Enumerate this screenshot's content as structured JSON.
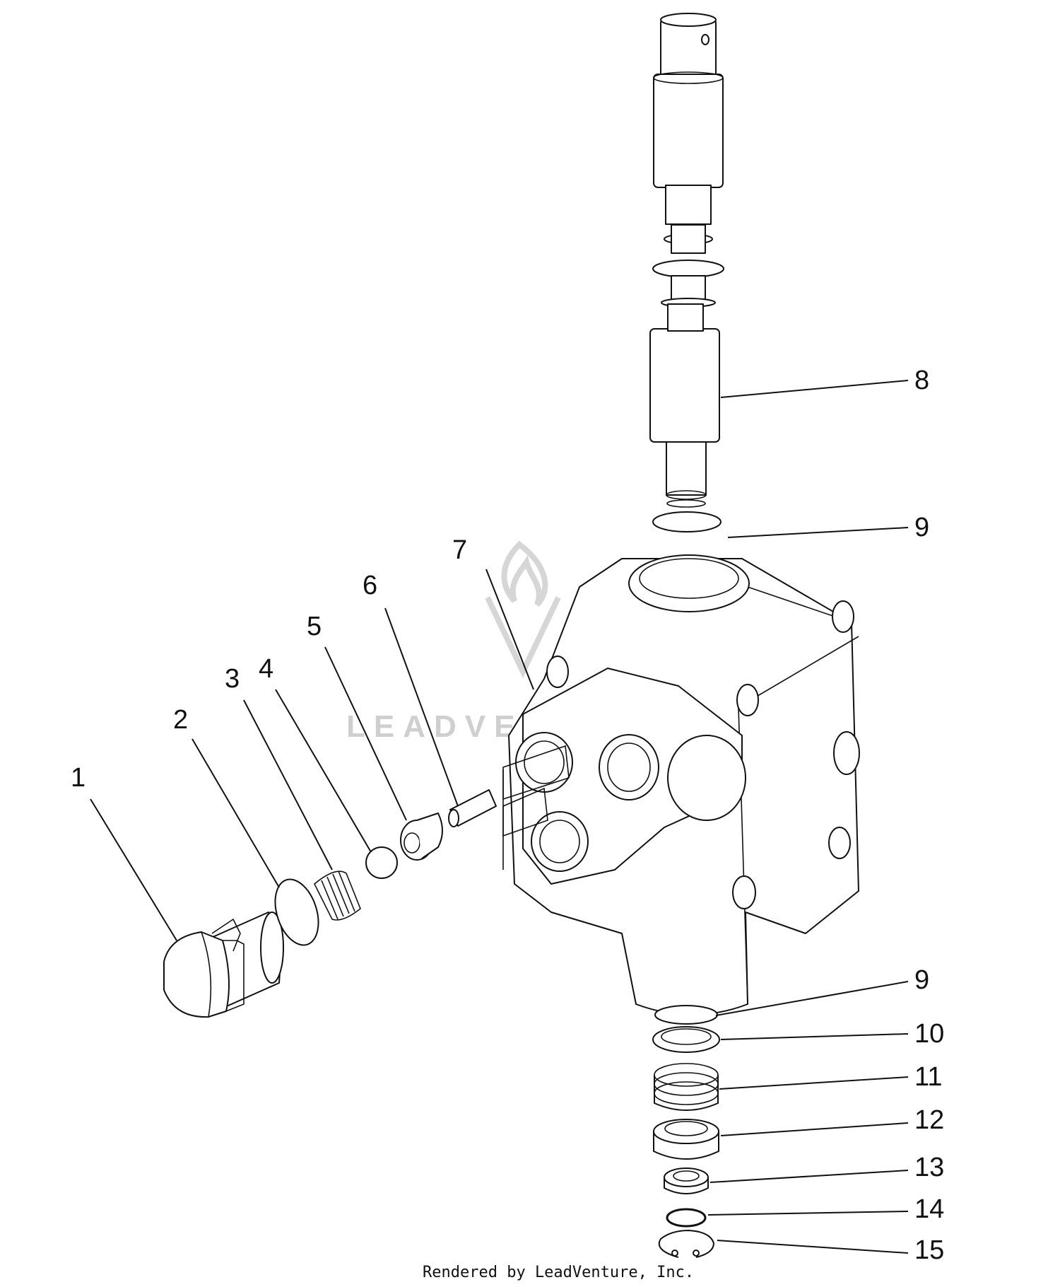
{
  "callouts": [
    {
      "id": "1",
      "label": "1"
    },
    {
      "id": "2",
      "label": "2"
    },
    {
      "id": "3",
      "label": "3"
    },
    {
      "id": "4",
      "label": "4"
    },
    {
      "id": "5",
      "label": "5"
    },
    {
      "id": "6",
      "label": "6"
    },
    {
      "id": "7",
      "label": "7"
    },
    {
      "id": "8",
      "label": "8"
    },
    {
      "id": "9a",
      "label": "9"
    },
    {
      "id": "9b",
      "label": "9"
    },
    {
      "id": "10",
      "label": "10"
    },
    {
      "id": "11",
      "label": "11"
    },
    {
      "id": "12",
      "label": "12"
    },
    {
      "id": "13",
      "label": "13"
    },
    {
      "id": "14",
      "label": "14"
    },
    {
      "id": "15",
      "label": "15"
    }
  ],
  "watermark": {
    "text": "LEADVENTURE"
  },
  "footer": {
    "credit": "Rendered by LeadVenture, Inc."
  }
}
